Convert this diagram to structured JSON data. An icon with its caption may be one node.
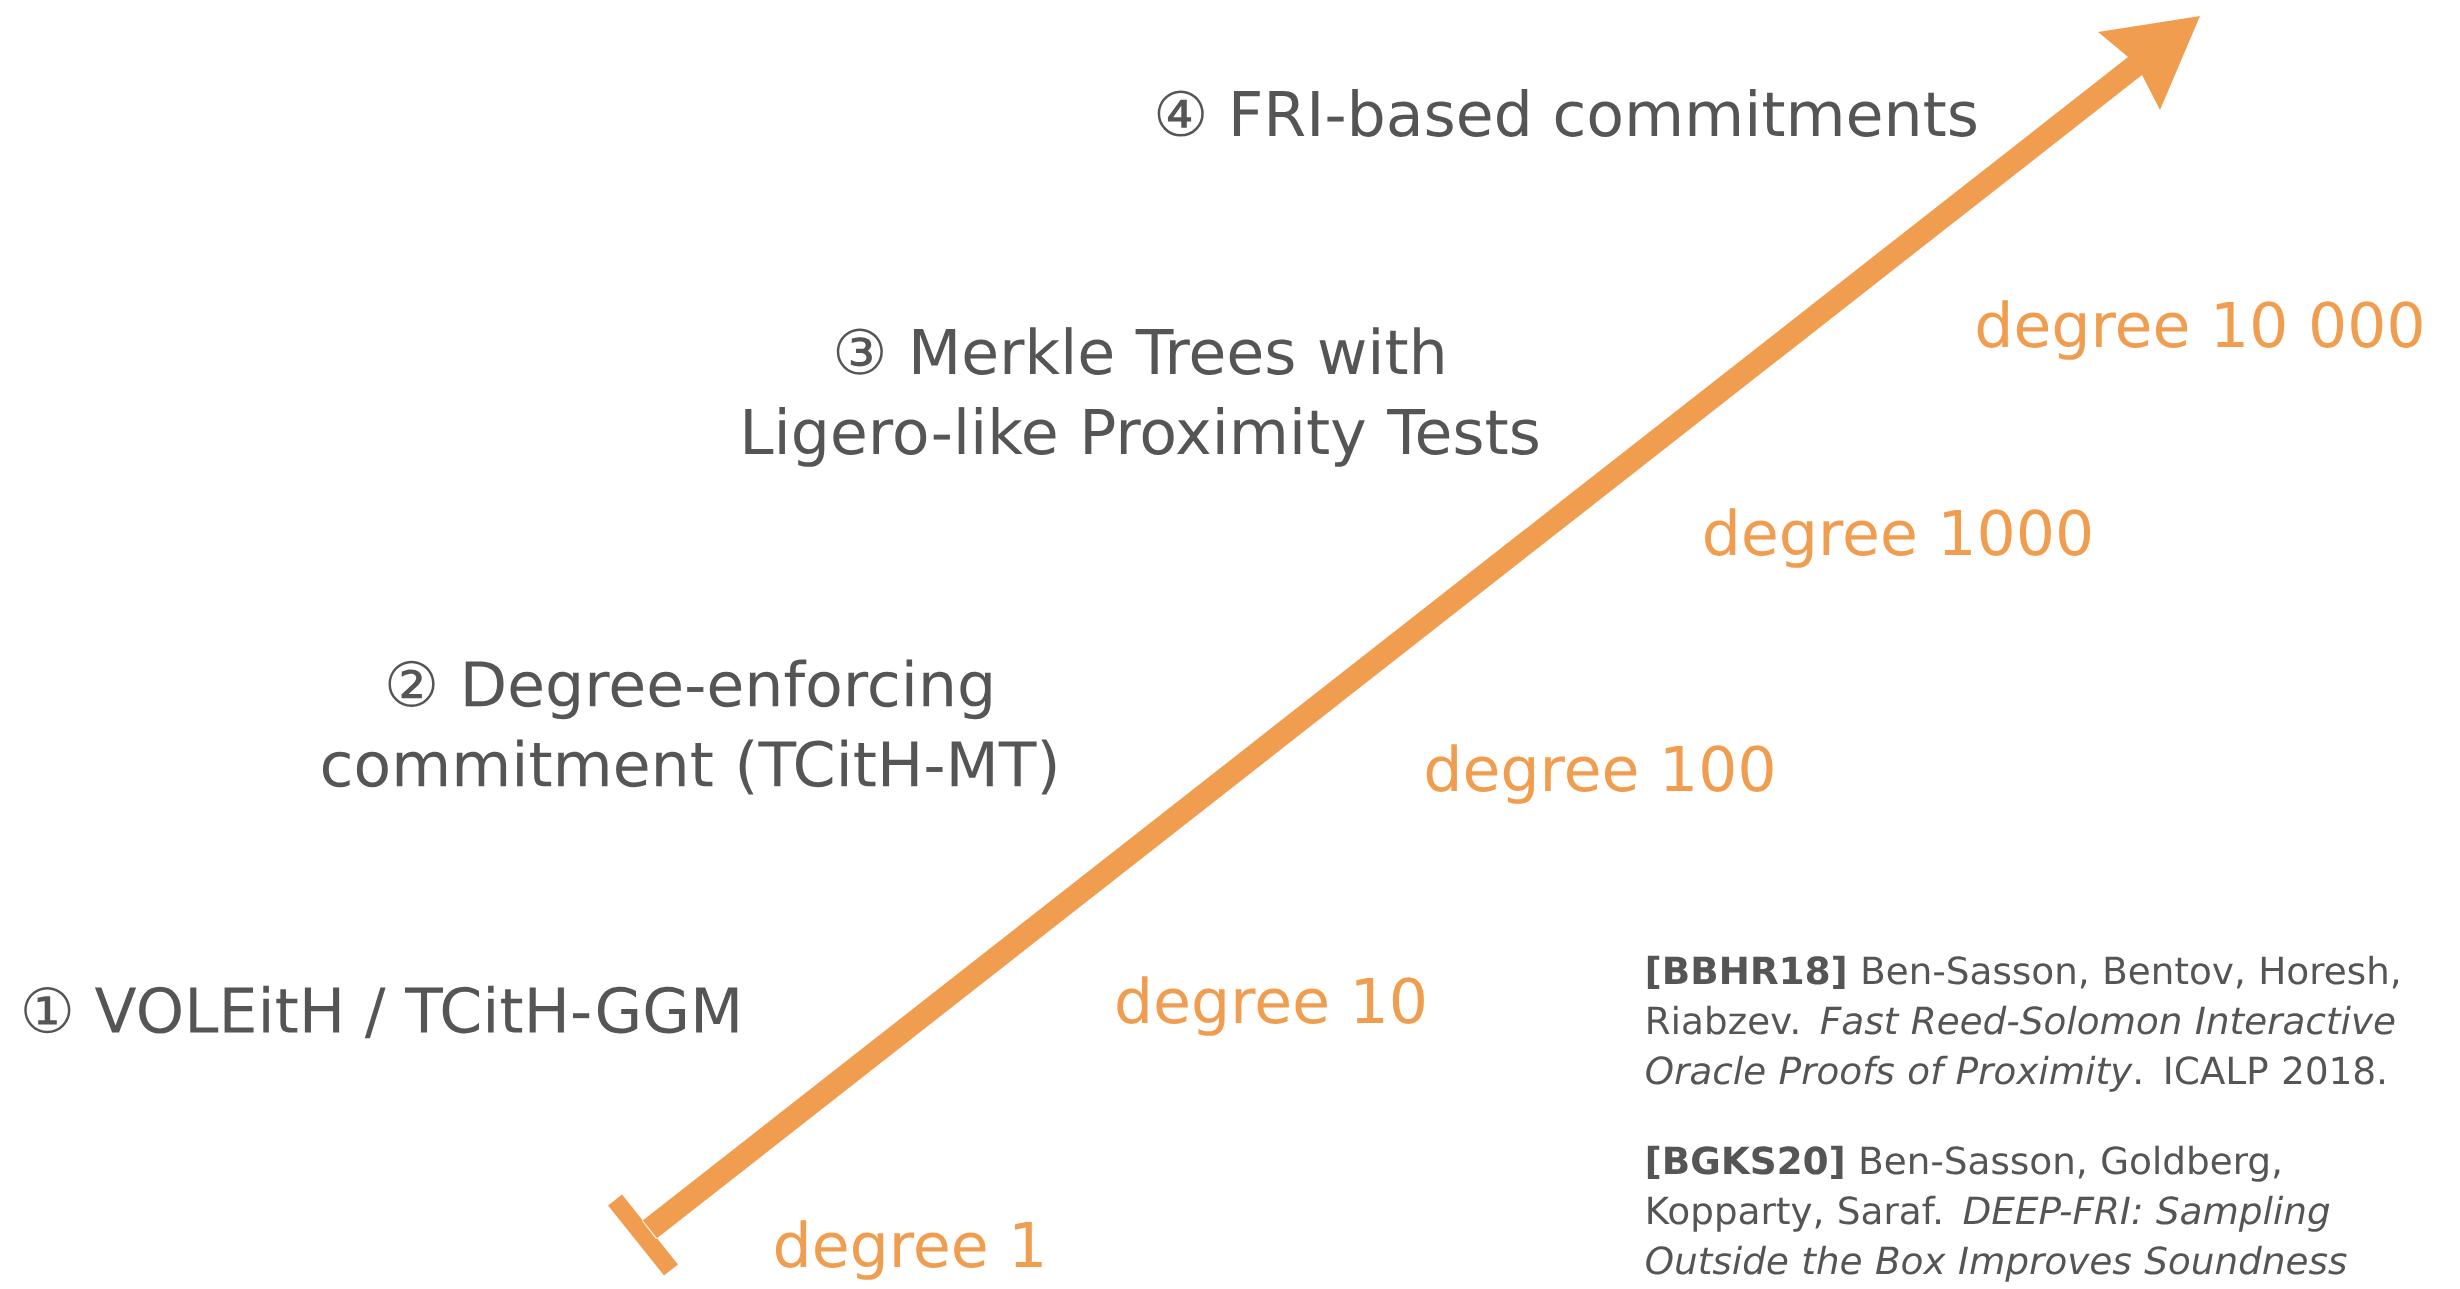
{
  "diagram": {
    "labels": [
      "④ FRI-based commitments",
      "degree 10 000",
      "③ Merkle Trees with Ligero-like Proximity Tests",
      "degree 1000",
      "② Degree-enforcing commitment (TCitH-MT)",
      "degree 100",
      "① VOLEitH / TCitH-GGM",
      "degree 10",
      "**[BBHR18]** Ben-Sasson, Bentov, Horesh, Riabzev. *Fast Reed-Solomon Interactive Oracle Proofs of Proximity*. ICALP 2018.",
      "degree 1",
      "**[BGKS20]** Ben-Sasson, Goldberg, Kopparty, Saraf. *DEEP-FRI: Sampling Outside the Box Improves Soundness*"
    ]
  }
}
